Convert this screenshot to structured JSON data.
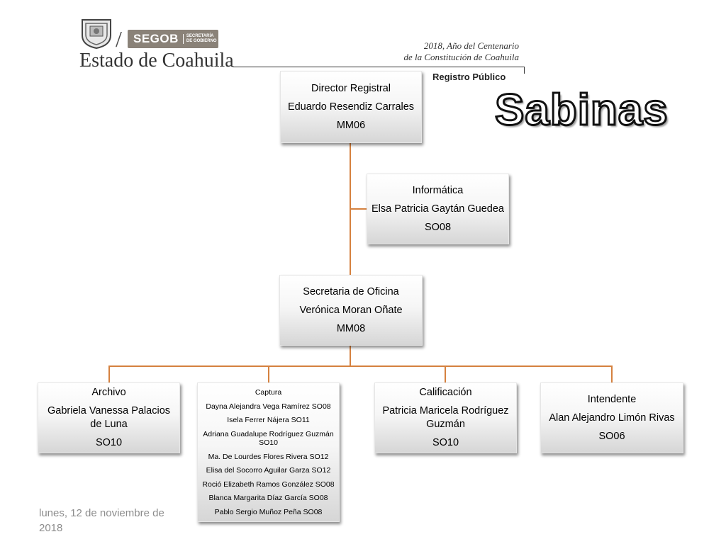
{
  "header": {
    "segob_word": "SEGOB",
    "segob_sub": "SECRETARÍA\nDE GOBIERNO",
    "estado": "Estado de Coahuila",
    "motto_line1": "2018, Año del Centenario",
    "motto_line2": "de la Constitución de Coahuila",
    "registro": "Registro Público",
    "city": "Sabinas"
  },
  "colors": {
    "connector": "#d5813f"
  },
  "org": {
    "director": {
      "title": "Director Registral",
      "name": "Eduardo Resendiz Carrales",
      "code": "MM06"
    },
    "informatica": {
      "title": "Informática",
      "name": "Elsa Patricia Gaytán Guedea",
      "code": "SO08"
    },
    "secretaria": {
      "title": "Secretaria de Oficina",
      "name": "Verónica  Moran Oñate",
      "code": "MM08"
    },
    "archivo": {
      "title": "Archivo",
      "name": "Gabriela Vanessa Palacios de Luna",
      "code": "SO10"
    },
    "captura": {
      "title": "Captura",
      "members": [
        "Dayna Alejandra Vega Ramírez  SO08",
        "Isela Ferrer Nájera SO11",
        "Adriana Guadalupe Rodríguez Guzmán SO10",
        "Ma. De Lourdes Flores Rivera SO12",
        "Elisa del Socorro Aguilar Garza SO12",
        "Roció Elizabeth Ramos González SO08",
        "Blanca Margarita Díaz García SO08",
        "Pablo Sergio  Muñoz Peña SO08"
      ]
    },
    "calificacion": {
      "title": "Calificación",
      "name": "Patricia Maricela Rodríguez Guzmán",
      "code": "SO10"
    },
    "intendente": {
      "title": "Intendente",
      "name": "Alan Alejandro Limón Rivas",
      "code": "SO06"
    }
  },
  "footer": {
    "date": "lunes, 12 de noviembre de 2018"
  }
}
